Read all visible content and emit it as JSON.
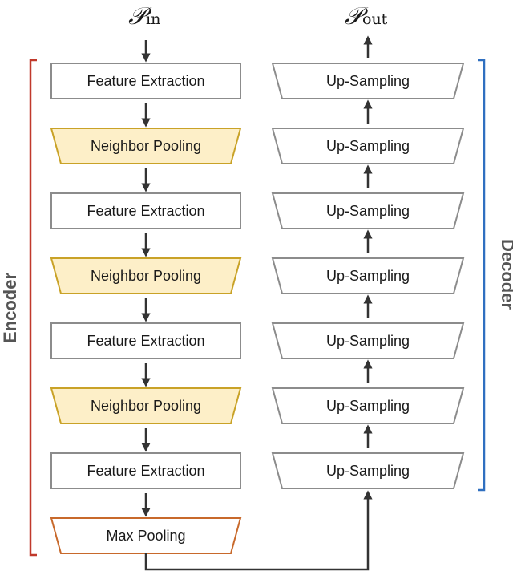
{
  "inputs": {
    "p_in_symbol": "𝒫",
    "p_in_sub": "in",
    "p_out_symbol": "𝒫",
    "p_out_sub": "out"
  },
  "encoder": {
    "label": "Encoder",
    "bracket_color": "#c0392b",
    "blocks": [
      {
        "text": "Feature Extraction",
        "kind": "rect"
      },
      {
        "text": "Neighbor Pooling",
        "kind": "pool"
      },
      {
        "text": "Feature Extraction",
        "kind": "rect"
      },
      {
        "text": "Neighbor Pooling",
        "kind": "pool"
      },
      {
        "text": "Feature Extraction",
        "kind": "rect"
      },
      {
        "text": "Neighbor Pooling",
        "kind": "pool"
      },
      {
        "text": "Feature Extraction",
        "kind": "rect"
      },
      {
        "text": "Max Pooling",
        "kind": "max"
      }
    ]
  },
  "decoder": {
    "label": "Decoder",
    "bracket_color": "#2f6fc0",
    "blocks": [
      {
        "text": "Up-Sampling"
      },
      {
        "text": "Up-Sampling"
      },
      {
        "text": "Up-Sampling"
      },
      {
        "text": "Up-Sampling"
      },
      {
        "text": "Up-Sampling"
      },
      {
        "text": "Up-Sampling"
      },
      {
        "text": "Up-Sampling"
      }
    ]
  },
  "colors": {
    "rect_stroke": "#8c8c8c",
    "pool_fill": "#fdefc8",
    "pool_stroke": "#c9a227",
    "max_stroke": "#c8692b",
    "arrow": "#333333"
  }
}
